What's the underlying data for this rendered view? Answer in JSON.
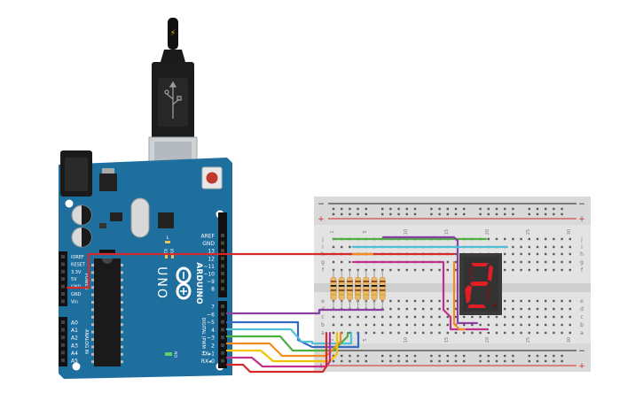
{
  "usb": {
    "bolt_symbol": "⚡"
  },
  "arduino": {
    "brand": "ARDUINO",
    "model": "UNO",
    "power_header": [
      "IOREF",
      "RESET",
      "3.3V",
      "5V",
      "GND",
      "GND",
      "Vin"
    ],
    "power_title": "POWER",
    "analog_header": [
      "A0",
      "A1",
      "A2",
      "A3",
      "A4",
      "A5"
    ],
    "analog_title": "ANALOG IN",
    "digital_title": "DIGITAL (PWM ~)",
    "digital_upper": [
      "AREF",
      "GND",
      "13",
      "12",
      "~11",
      "~10",
      "~9",
      "8"
    ],
    "digital_lower": [
      "7",
      "~6",
      "~5",
      "4",
      "~3",
      "2",
      "TX▸1",
      "RX◂0"
    ],
    "leds": [
      "L",
      "TX",
      "RX",
      "ON"
    ]
  },
  "breadboard": {
    "row_letters_top": [
      "j",
      "i",
      "h",
      "g",
      "f"
    ],
    "row_letters_bottom": [
      "e",
      "d",
      "c",
      "b",
      "a"
    ],
    "column_numbers": [
      "1",
      "5",
      "10",
      "15",
      "20",
      "25",
      "30"
    ],
    "rail_plus": "+",
    "rail_minus": "−"
  },
  "display": {
    "digit": "2",
    "color": "#e01e24"
  },
  "colors": {
    "board": "#1f6f9e",
    "wire_red": "#d42a2a",
    "wire_purple": "#8b3fa5",
    "wire_cyan": "#4fc1d9",
    "wire_blue": "#3569c4",
    "wire_green": "#4caf3f",
    "wire_yellow": "#f3c300",
    "wire_orange": "#f28c1f",
    "wire_magenta": "#c2308f"
  }
}
